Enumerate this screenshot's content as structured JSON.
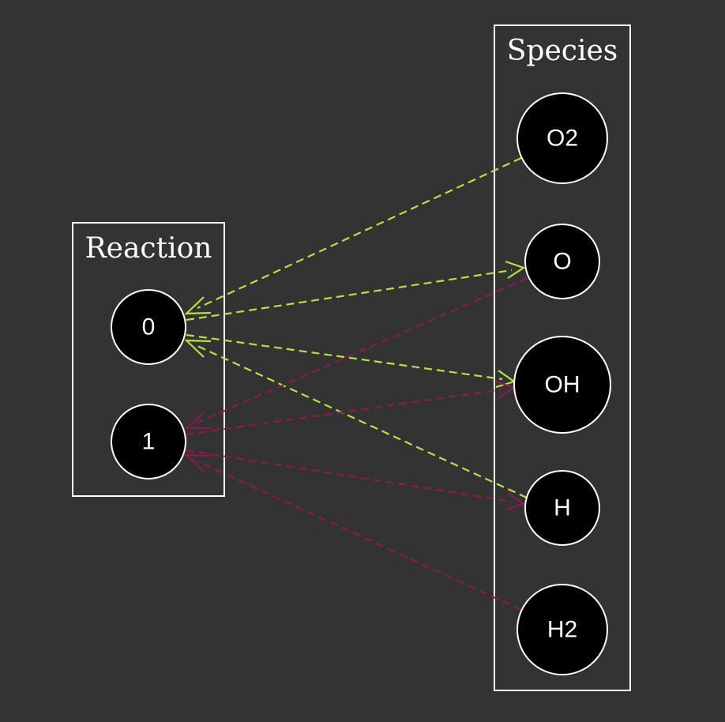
{
  "colors": {
    "background": "#333333",
    "reactant_edge": "#b6e246",
    "product_edge": "#8b1a4f",
    "node_fill": "#000000",
    "node_stroke": "#ffffff"
  },
  "clusters": {
    "reaction": {
      "label": "Reaction"
    },
    "species": {
      "label": "Species"
    }
  },
  "nodes": {
    "r0": "0",
    "r1": "1",
    "o2": "O2",
    "o": "O",
    "oh": "OH",
    "h": "H",
    "h2": "H2"
  },
  "edges": [
    {
      "from": "O2",
      "to": "0",
      "kind": "reactant"
    },
    {
      "from": "0",
      "to": "O",
      "kind": "reactant"
    },
    {
      "from": "0",
      "to": "OH",
      "kind": "reactant"
    },
    {
      "from": "H",
      "to": "0",
      "kind": "reactant"
    },
    {
      "from": "O",
      "to": "1",
      "kind": "product"
    },
    {
      "from": "1",
      "to": "OH",
      "kind": "product"
    },
    {
      "from": "1",
      "to": "H",
      "kind": "product"
    },
    {
      "from": "H2",
      "to": "1",
      "kind": "product"
    }
  ]
}
